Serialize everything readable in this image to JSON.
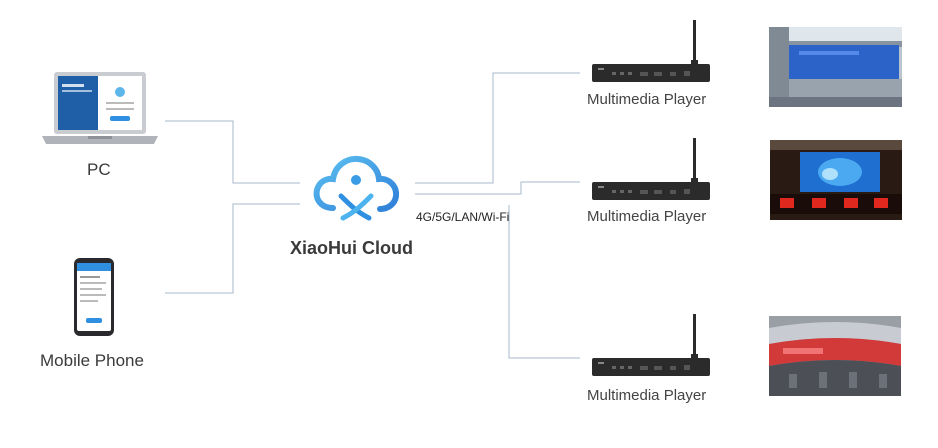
{
  "diagram": {
    "pc_label": "PC",
    "phone_label": "Mobile Phone",
    "cloud_label": "XiaoHui Cloud",
    "network_label": "4G/5G/LAN/Wi-Fi",
    "players": [
      {
        "label": "Multimedia Player"
      },
      {
        "label": "Multimedia Player"
      },
      {
        "label": "Multimedia Player"
      }
    ]
  },
  "colors": {
    "connector": "#a7b8c9",
    "cloud_blue": "#2f8fe0",
    "cloud_light": "#5cc0f0",
    "device_dark": "#2b2b2b"
  }
}
